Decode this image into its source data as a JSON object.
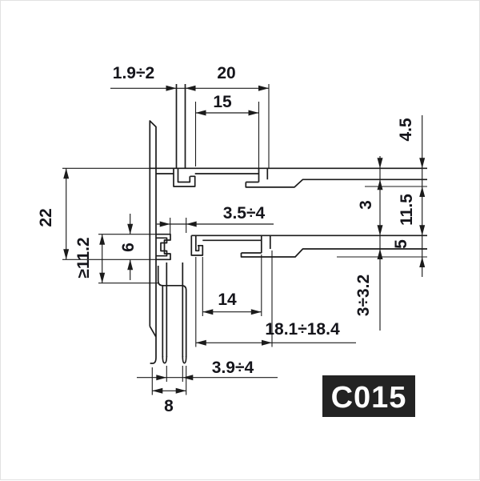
{
  "drawing": {
    "title": "profile-cross-section",
    "product_code": "C015",
    "dimensions": {
      "top_slot": "1.9÷2",
      "top_width": "20",
      "top_inner_width": "15",
      "flange_offset": "4.5",
      "sheet_thickness": "3",
      "track_gap": "11.5",
      "lower_flange_height": "5",
      "left_height": "22",
      "upper_glass_slot": "3.5÷4",
      "min_clearance": "≥11.2",
      "clip_height": "6",
      "lower_inner_width": "14",
      "lower_sheet_thickness": "3÷3.2",
      "lower_width": "18.1÷18.4",
      "lower_glass_slot": "3.9÷4",
      "bottom_channel_width": "8"
    },
    "colors": {
      "line": "#1b1b1b",
      "background": "#ffffff",
      "code_box_bg": "#232323",
      "code_box_text": "#ffffff"
    }
  }
}
